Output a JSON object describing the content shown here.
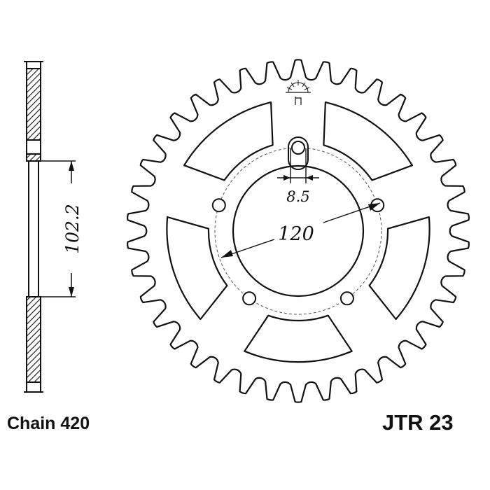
{
  "labels": {
    "chain": "Chain 420",
    "part_number": "JTR 23"
  },
  "dimensions": {
    "hub_offset": "102.2",
    "bolt_circle": "120",
    "bolt_hole": "8.5"
  },
  "colors": {
    "ink": "#111111",
    "background": "#ffffff"
  },
  "icons": {
    "logo": "jt-sun-logo-icon"
  }
}
